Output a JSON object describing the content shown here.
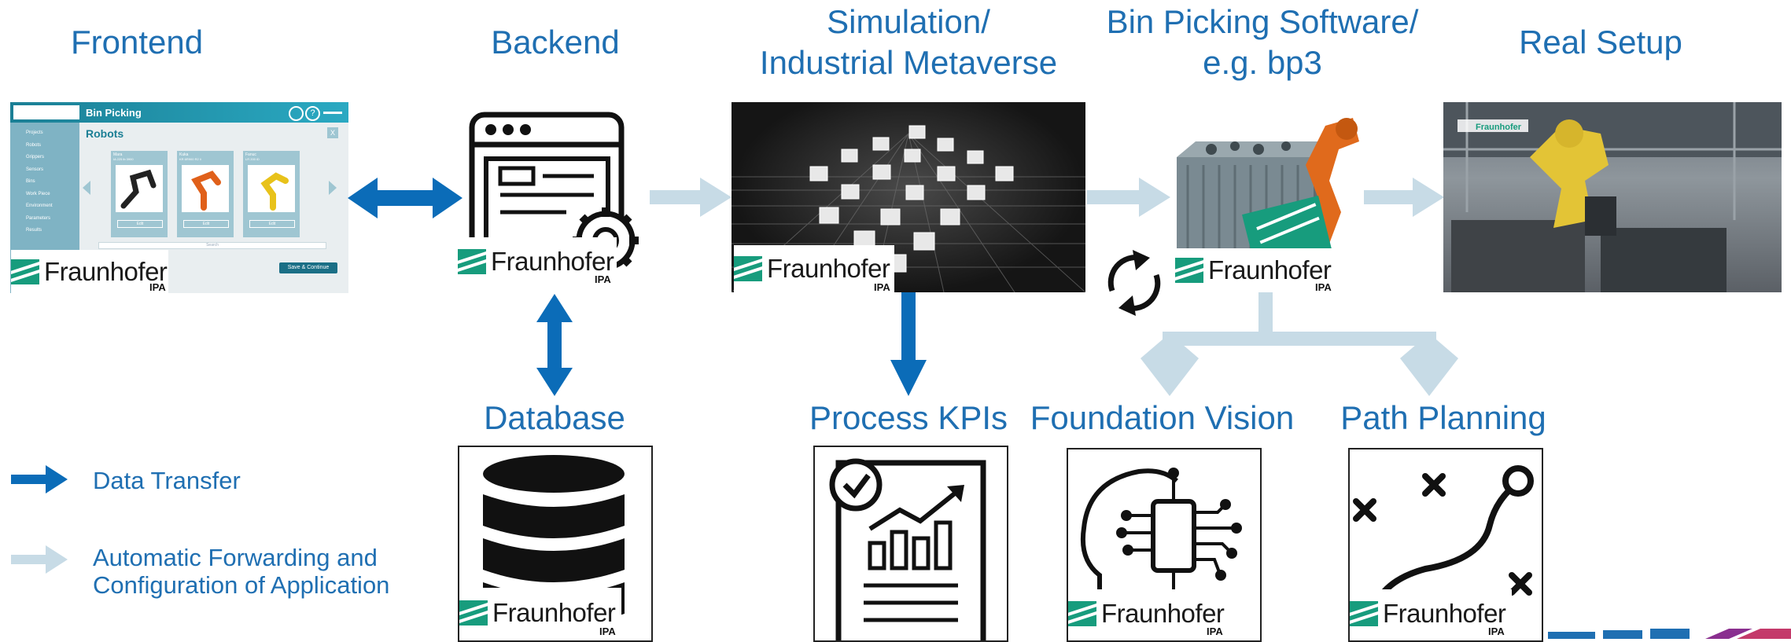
{
  "titles": {
    "frontend": "Frontend",
    "backend": "Backend",
    "simulation": [
      "Simulation/",
      "Industrial Metaverse"
    ],
    "binpicking": [
      "Bin Picking Software/",
      "e.g. bp3"
    ],
    "realsetup": "Real Setup",
    "database": "Database",
    "kpis": "Process KPIs",
    "vision": "Foundation Vision",
    "pathplanning": "Path Planning"
  },
  "legend": {
    "data_transfer": "Data Transfer",
    "forwarding": [
      "Automatic Forwarding and",
      "Configuration of Application"
    ]
  },
  "logo": {
    "name": "Fraunhofer",
    "sub": "IPA"
  },
  "frontend_ui": {
    "app_title": "Bin Picking",
    "section": "Robots",
    "close": "X",
    "menu": [
      "Projects",
      "Robots",
      "Grippers",
      "Sensors",
      "Bins",
      "Work Piece",
      "Environment",
      "Parameters",
      "Results"
    ],
    "cards": [
      {
        "name": "Mara",
        "sub": "IA 225 lb 3900"
      },
      {
        "name": "Kuka",
        "sub": "KR 6R900 R2 Ii"
      },
      {
        "name": "Fanuc",
        "sub": "LR 200 iD"
      }
    ],
    "card_button": "Edit",
    "search": "Search",
    "save_button": "Save & Continue"
  },
  "colors": {
    "title_blue": "#1f6fb2",
    "data_arrow": "#0b6cb8",
    "forward_arrow": "#c7dbe6",
    "fraunhofer_green": "#179c7d",
    "frontend_teal": "#1a8fa8"
  },
  "icons": [
    "browser-gear-icon",
    "database-icon",
    "kpi-report-icon",
    "ai-head-icon",
    "path-planning-icon",
    "sync-icon"
  ]
}
